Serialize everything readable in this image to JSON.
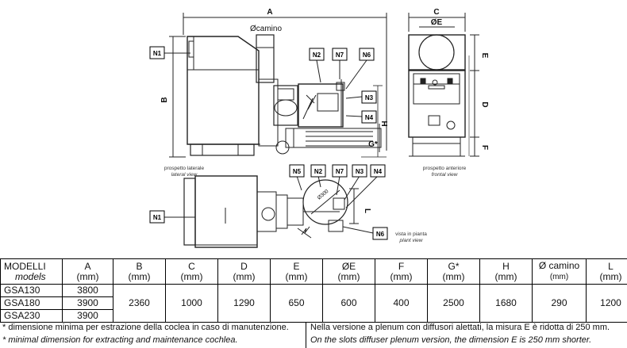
{
  "drawing": {
    "dimensions": {
      "A": "A",
      "B": "B",
      "C": "C",
      "E": "ØE",
      "camino": "Øcamino",
      "H": "H",
      "Gstar": "G*",
      "D": "D",
      "Eside": "E",
      "F": "F",
      "L": "L",
      "dia": "Ø300"
    },
    "tags": {
      "n1": "N1",
      "n2": "N2",
      "n3": "N3",
      "n4": "N4",
      "n5": "N5",
      "n6": "N6",
      "n7": "N7"
    },
    "captions": {
      "side_it": "prospetto laterale",
      "side_en": "lateral view",
      "front_it": "prospetto anteriore",
      "front_en": "frontal view",
      "plan_it": "vista in pianta",
      "plan_en": "plant view"
    }
  },
  "table": {
    "col_models_it": "MODELLI",
    "col_models_en": "models",
    "headers": [
      {
        "name": "A",
        "unit": "(mm)"
      },
      {
        "name": "B",
        "unit": "(mm)"
      },
      {
        "name": "C",
        "unit": "(mm)"
      },
      {
        "name": "D",
        "unit": "(mm)"
      },
      {
        "name": "E",
        "unit": "(mm)"
      },
      {
        "name": "ØE",
        "unit": "(mm)"
      },
      {
        "name": "F",
        "unit": "(mm)"
      },
      {
        "name": "G*",
        "unit": "(mm)"
      },
      {
        "name": "H",
        "unit": "(mm)"
      },
      {
        "name": "Ø camino",
        "unit": "(mm)"
      },
      {
        "name": "L",
        "unit": "(mm)"
      }
    ],
    "models": [
      {
        "name": "GSA130",
        "A": "3800"
      },
      {
        "name": "GSA180",
        "A": "3900"
      },
      {
        "name": "GSA230",
        "A": "3900"
      }
    ],
    "common": {
      "B": "2360",
      "C": "1000",
      "D": "1290",
      "E": "650",
      "OE": "600",
      "F": "400",
      "G": "2500",
      "H": "1680",
      "camino": "290",
      "L": "1200"
    }
  },
  "notes": {
    "left_it": "* dimensione minima per estrazione della coclea in caso di manutenzione.",
    "left_en": "* minimal dimension for extracting and maintenance cochlea.",
    "right_it": "Nella versione a plenum con diffusori alettati, la misura E è ridotta di 250 mm.",
    "right_en": "On the slots diffuser plenum version, the dimension E is 250 mm shorter."
  }
}
